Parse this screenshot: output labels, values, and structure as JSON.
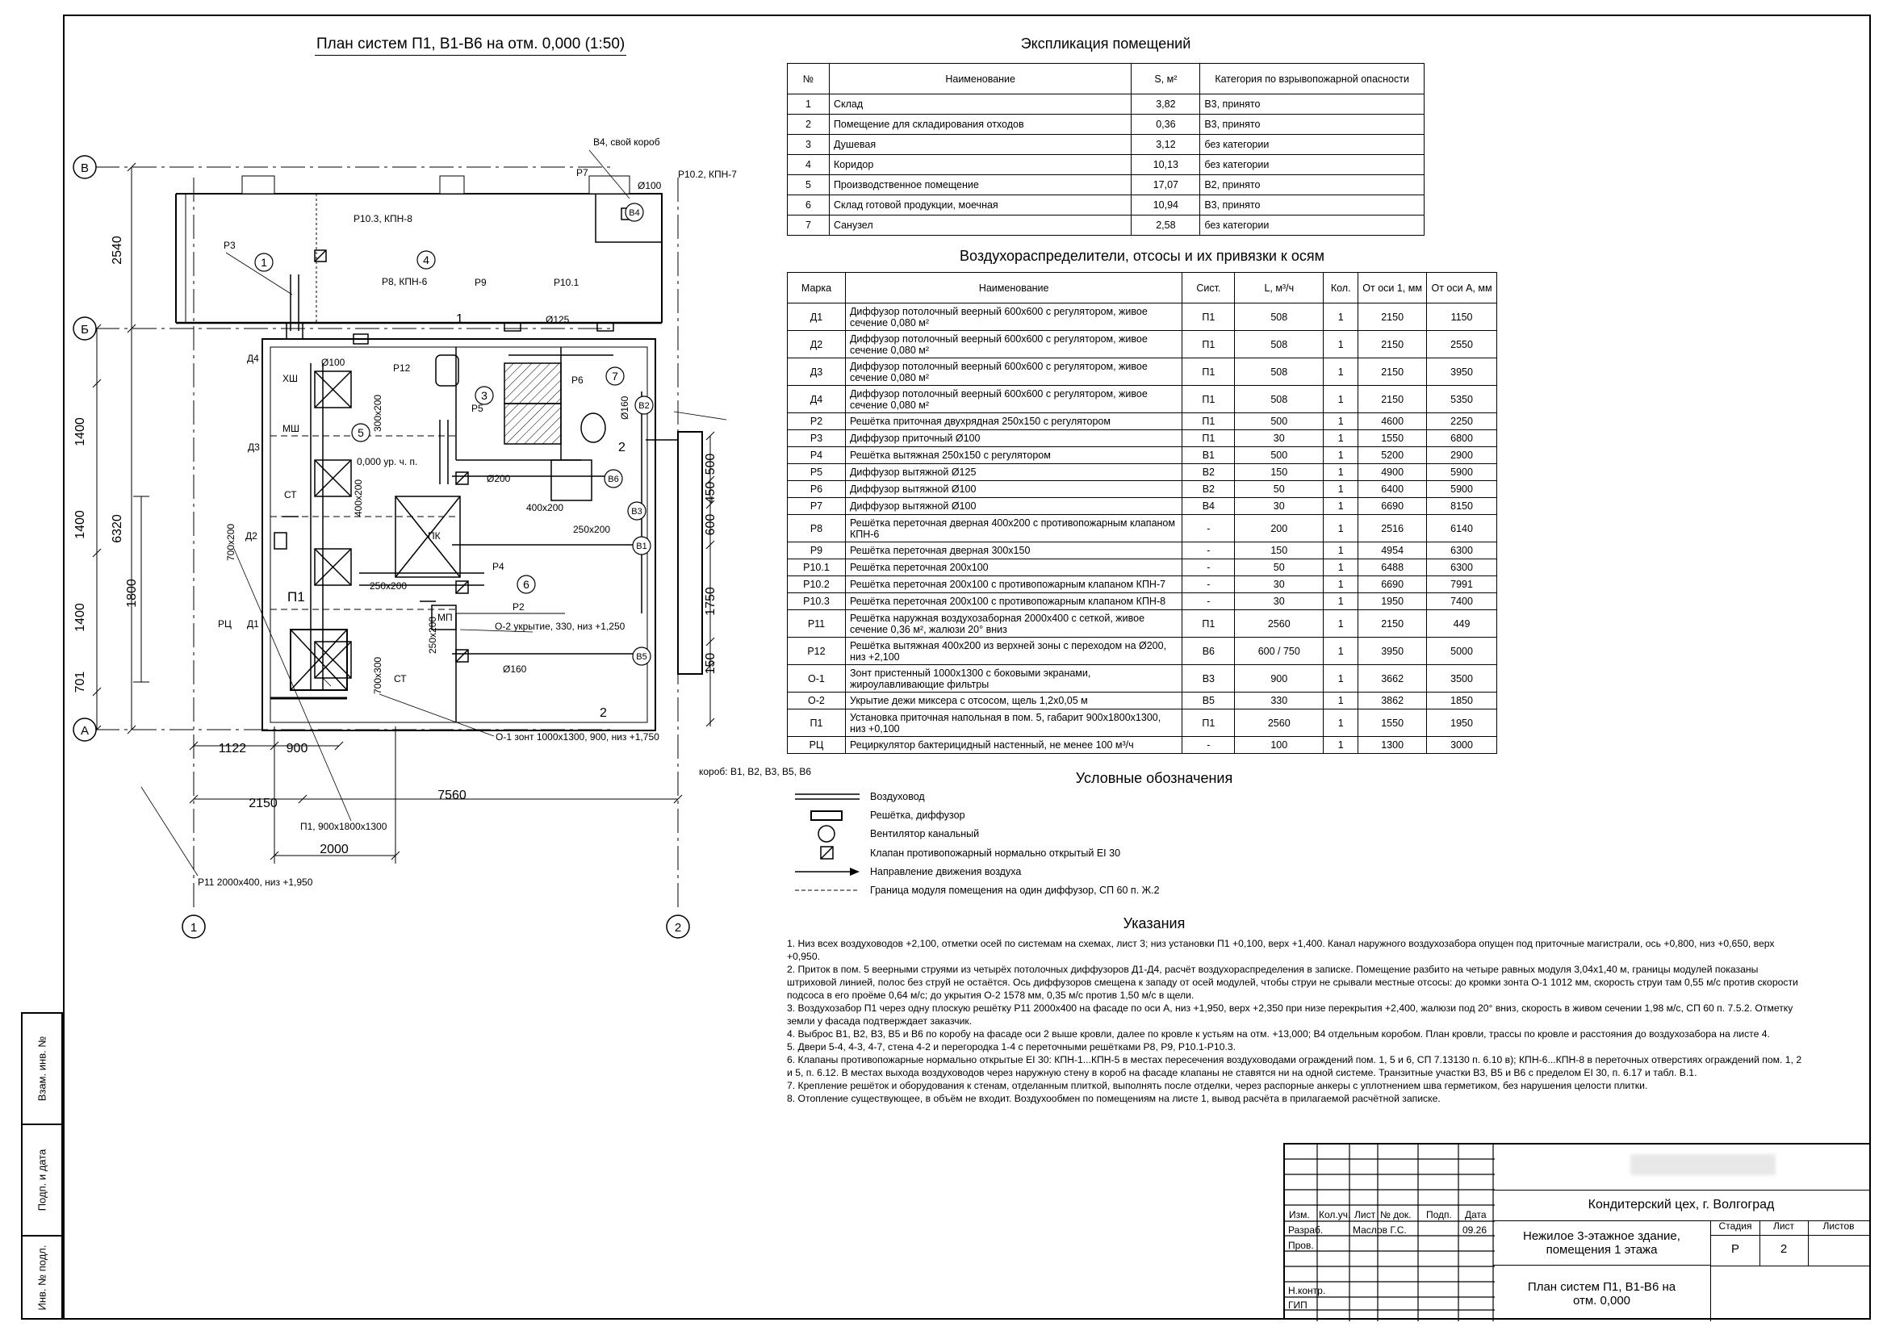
{
  "plan": {
    "title": "План систем П1, В1-В6 на отм. 0,000 (1:50)",
    "axes": {
      "v": "В",
      "b": "Б",
      "a": "А",
      "one": "1",
      "two": "2"
    },
    "dims": {
      "d2540": "2540",
      "d6320": "6320",
      "d1400a": "1400",
      "d1400b": "1400",
      "d1400c": "1400",
      "d1800": "1800",
      "d701": "701",
      "d1122": "1122",
      "d900": "900",
      "d2150": "2150",
      "d7560": "7560",
      "d2000": "2000",
      "d500": "500",
      "d450": "450",
      "d600": "600",
      "d1750": "1750",
      "d150": "150"
    },
    "labels": {
      "v4_box": "В4, свой короб",
      "p10_2": "Р10.2, КПН-7",
      "p7": "Р7",
      "d100a": "Ø100",
      "b4": "В4",
      "p10_3": "Р10.3, КПН-8",
      "p3": "Р3",
      "p8": "Р8, КПН-6",
      "p9": "Р9",
      "p10_1": "Р10.1",
      "d125": "Ø125",
      "d4": "Д4",
      "d100b": "Ø100",
      "p12": "Р12",
      "p5": "Р5",
      "p6": "Р6",
      "d160a": "Ø160",
      "b2": "В2",
      "xsh": "ХШ",
      "msh": "МШ",
      "d3": "Д3",
      "st1": "СТ",
      "sz300": "300x200",
      "level": "0,000 ур. ч. п.",
      "d200": "Ø200",
      "b6": "В6",
      "sz400a": "400x200",
      "sz400b": "400x200",
      "pk": "ПК",
      "b3": "В3",
      "sz250a": "250x200",
      "b1": "В1",
      "d2": "Д2",
      "sz700a": "700x200",
      "p4": "Р4",
      "sz250b": "250x200",
      "p2": "Р2",
      "p1": "П1",
      "mp": "МП",
      "rc": "РЦ",
      "d1": "Д1",
      "o2": "О-2 укрытие, 330, низ +1,250",
      "sz250c": "250x200",
      "d160b": "Ø160",
      "b5": "В5",
      "sz700b": "700x300",
      "st2": "СТ",
      "o1": "О-1 зонт 1000х1300, 900, низ +1,750",
      "korob": "короб: В1, В2, В3, В5, В6",
      "p1unit": "П1, 900х1800х1300",
      "p11": "Р11 2000х400, низ +1,950",
      "n1": "1",
      "n2": "2",
      "n3": "3",
      "n4": "4",
      "n5": "5",
      "n6": "6",
      "n7": "7",
      "sec1": "1",
      "sec2a": "2",
      "sec2b": "2"
    }
  },
  "rooms": {
    "title": "Экспликация помещений",
    "headers": [
      "№",
      "Наименование",
      "S, м²",
      "Категория по взрывопожарной опасности"
    ],
    "rows": [
      [
        "1",
        "Склад",
        "3,82",
        "В3, принято"
      ],
      [
        "2",
        "Помещение для складирования отходов",
        "0,36",
        "В3, принято"
      ],
      [
        "3",
        "Душевая",
        "3,12",
        "без категории"
      ],
      [
        "4",
        "Коридор",
        "10,13",
        "без категории"
      ],
      [
        "5",
        "Производственное помещение",
        "17,07",
        "В2, принято"
      ],
      [
        "6",
        "Склад готовой продукции, моечная",
        "10,94",
        "В3, принято"
      ],
      [
        "7",
        "Санузел",
        "2,58",
        "без категории"
      ]
    ]
  },
  "terminals": {
    "title": "Воздухораспределители, отсосы и их привязки к осям",
    "headers": [
      "Марка",
      "Наименование",
      "Сист.",
      "L, м³/ч",
      "Кол.",
      "От оси 1, мм",
      "От оси А, мм"
    ],
    "rows": [
      [
        "Д1",
        "Диффузор потолочный веерный 600х600 с регулятором, живое сечение 0,080 м²",
        "П1",
        "508",
        "1",
        "2150",
        "1150"
      ],
      [
        "Д2",
        "Диффузор потолочный веерный 600х600 с регулятором, живое сечение 0,080 м²",
        "П1",
        "508",
        "1",
        "2150",
        "2550"
      ],
      [
        "Д3",
        "Диффузор потолочный веерный 600х600 с регулятором, живое сечение 0,080 м²",
        "П1",
        "508",
        "1",
        "2150",
        "3950"
      ],
      [
        "Д4",
        "Диффузор потолочный веерный 600х600 с регулятором, живое сечение 0,080 м²",
        "П1",
        "508",
        "1",
        "2150",
        "5350"
      ],
      [
        "Р2",
        "Решётка приточная двухрядная 250х150 с регулятором",
        "П1",
        "500",
        "1",
        "4600",
        "2250"
      ],
      [
        "Р3",
        "Диффузор приточный Ø100",
        "П1",
        "30",
        "1",
        "1550",
        "6800"
      ],
      [
        "Р4",
        "Решётка вытяжная 250х150 с регулятором",
        "В1",
        "500",
        "1",
        "5200",
        "2900"
      ],
      [
        "Р5",
        "Диффузор вытяжной Ø125",
        "В2",
        "150",
        "1",
        "4900",
        "5900"
      ],
      [
        "Р6",
        "Диффузор вытяжной Ø100",
        "В2",
        "50",
        "1",
        "6400",
        "5900"
      ],
      [
        "Р7",
        "Диффузор вытяжной Ø100",
        "В4",
        "30",
        "1",
        "6690",
        "8150"
      ],
      [
        "Р8",
        "Решётка переточная дверная 400х200 с противопожарным клапаном КПН-6",
        "-",
        "200",
        "1",
        "2516",
        "6140"
      ],
      [
        "Р9",
        "Решётка переточная дверная 300х150",
        "-",
        "150",
        "1",
        "4954",
        "6300"
      ],
      [
        "Р10.1",
        "Решётка переточная 200х100",
        "-",
        "50",
        "1",
        "6488",
        "6300"
      ],
      [
        "Р10.2",
        "Решётка переточная 200х100 с противопожарным клапаном КПН-7",
        "-",
        "30",
        "1",
        "6690",
        "7991"
      ],
      [
        "Р10.3",
        "Решётка переточная 200х100 с противопожарным клапаном КПН-8",
        "-",
        "30",
        "1",
        "1950",
        "7400"
      ],
      [
        "Р11",
        "Решётка наружная воздухозаборная 2000х400 с сеткой, живое сечение 0,36 м², жалюзи 20° вниз",
        "П1",
        "2560",
        "1",
        "2150",
        "449"
      ],
      [
        "Р12",
        "Решётка вытяжная 400х200 из верхней зоны с переходом на Ø200, низ +2,100",
        "В6",
        "600 / 750",
        "1",
        "3950",
        "5000"
      ],
      [
        "О-1",
        "Зонт пристенный 1000х1300 с боковыми экранами, жироулавливающие фильтры",
        "В3",
        "900",
        "1",
        "3662",
        "3500"
      ],
      [
        "О-2",
        "Укрытие дежи миксера с отсосом, щель 1,2х0,05 м",
        "В5",
        "330",
        "1",
        "3862",
        "1850"
      ],
      [
        "П1",
        "Установка приточная напольная в пом. 5, габарит 900х1800х1300, низ +0,100",
        "П1",
        "2560",
        "1",
        "1550",
        "1950"
      ],
      [
        "РЦ",
        "Рециркулятор бактерицидный настенный, не менее 100 м³/ч",
        "-",
        "100",
        "1",
        "1300",
        "3000"
      ]
    ]
  },
  "legend": {
    "title": "Условные обозначения",
    "items": [
      {
        "sym": "duct",
        "text": "Воздуховод"
      },
      {
        "sym": "grille",
        "text": "Решётка, диффузор"
      },
      {
        "sym": "fan",
        "text": "Вентилятор канальный"
      },
      {
        "sym": "damper",
        "text": "Клапан противопожарный нормально открытый EI 30"
      },
      {
        "sym": "arrow",
        "text": "Направление движения воздуха"
      },
      {
        "sym": "dash",
        "text": "Граница модуля помещения на один диффузор, СП 60 п. Ж.2"
      }
    ]
  },
  "notes": {
    "title": "Указания",
    "items": [
      "1. Низ всех воздуховодов +2,100, отметки осей по системам на схемах, лист 3; низ установки П1 +0,100, верх +1,400. Канал наружного воздухозабора опущен под приточные магистрали, ось +0,800, низ +0,650, верх +0,950.",
      "2. Приток в пом. 5 веерными струями из четырёх потолочных диффузоров Д1-Д4, расчёт воздухораспределения в записке. Помещение разбито на четыре равных модуля 3,04х1,40 м, границы модулей показаны штриховой линией, полос без струй не остаётся. Ось диффузоров смещена к западу от осей модулей, чтобы струи не срывали местные отсосы: до кромки зонта О-1 1012 мм, скорость струи там 0,55 м/с против скорости подсоса в его проёме 0,64 м/с; до укрытия О-2 1578 мм, 0,35 м/с против 1,50 м/с в щели.",
      "3. Воздухозабор П1 через одну плоскую решётку Р11 2000х400 на фасаде по оси А, низ +1,950, верх +2,350 при низе перекрытия +2,400, жалюзи под 20° вниз, скорость в живом сечении 1,98 м/с, СП 60 п. 7.5.2. Отметку земли у фасада подтверждает заказчик.",
      "4. Выброс В1, В2, В3, В5 и В6 по коробу на фасаде оси 2 выше кровли, далее по кровле к устьям на отм. +13,000; В4 отдельным коробом. План кровли, трассы по кровле и расстояния до воздухозабора на листе 4.",
      "5. Двери 5-4, 4-3, 4-7, стена 4-2 и перегородка 1-4 с переточными решётками Р8, Р9, Р10.1-Р10.3.",
      "6. Клапаны противопожарные нормально открытые EI 30: КПН-1...КПН-5 в местах пересечения воздуховодами ограждений пом. 1, 5 и 6, СП 7.13130 п. 6.10 в); КПН-6...КПН-8 в переточных отверстиях ограждений пом. 1, 2 и 5, п. 6.12. В местах выхода воздуховодов через наружную стену в короб на фасаде клапаны не ставятся ни на одной системе. Транзитные участки В3, В5 и В6 с пределом EI 30, п. 6.17 и табл. В.1.",
      "7. Крепление решёток и оборудования к стенам, отделанным плиткой, выполнять после отделки, через распорные анкеры с уплотнением шва герметиком, без нарушения целости плитки.",
      "8. Отопление существующее, в объём не входит. Воздухообмен по помещениям на листе 1, вывод расчёта в прилагаемой расчётной записке."
    ]
  },
  "side": [
    "Взам. инв. №",
    "Подп. и дата",
    "Инв. № подл."
  ],
  "stamp": {
    "project": "Кондитерский цех, г. Волгоград",
    "building": "Нежилое 3-этажное здание, помещения 1 этажа",
    "sheet_title": "План систем П1, В1-В6 на отм. 0,000",
    "cols": [
      "Изм.",
      "Кол.уч.",
      "Лист",
      "№ док.",
      "Подп.",
      "Дата"
    ],
    "roles": [
      "Разраб.",
      "Пров.",
      "Н.контр.",
      "ГИП"
    ],
    "author": "Маслов Г.С.",
    "date": "09.26",
    "stage_h": "Стадия",
    "sheet_h": "Лист",
    "sheets_h": "Листов",
    "stage": "Р",
    "sheet": "2",
    "sheets": ""
  }
}
